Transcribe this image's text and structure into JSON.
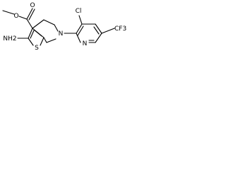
{
  "diagram": {
    "type": "chemical-structure",
    "labels": {
      "ester_carbonyl_o": "O",
      "ester_ether_o": "O",
      "chloro": "Cl",
      "trifluoromethyl": "CF3",
      "amine_n": "N",
      "pyridine_n": "N",
      "thiophene_s": "S",
      "amino": "NH2"
    }
  }
}
